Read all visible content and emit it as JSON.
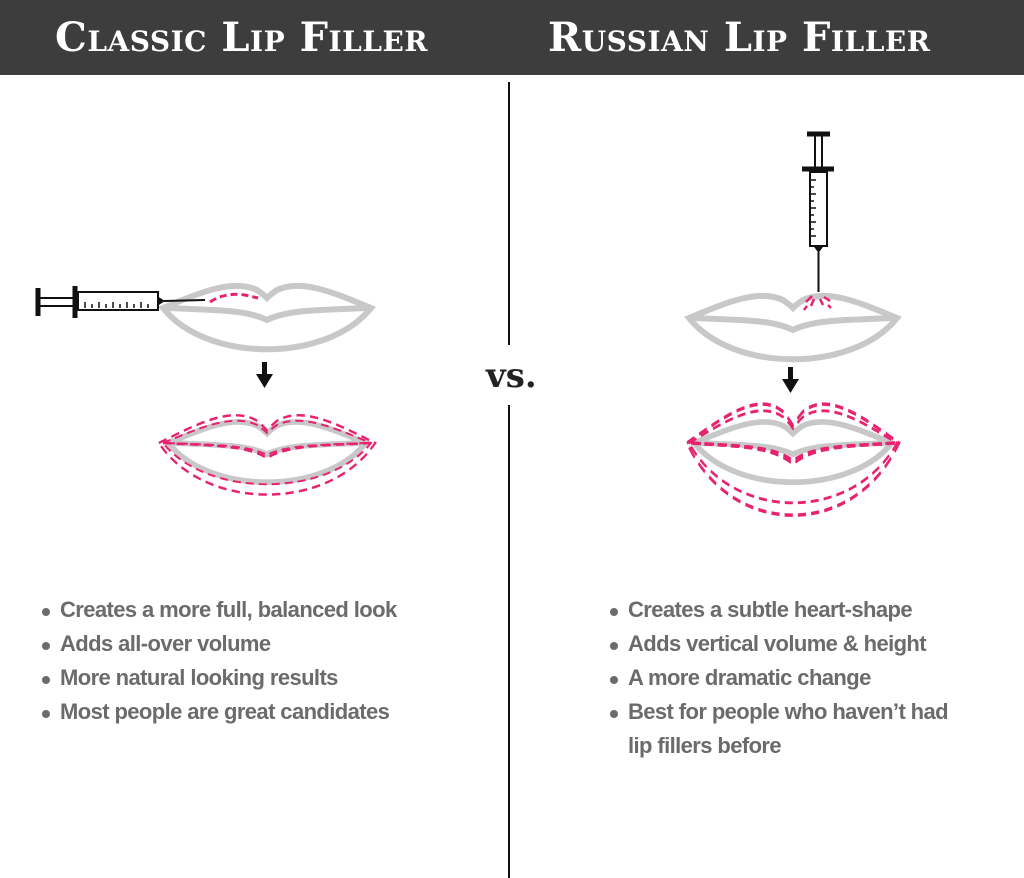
{
  "header": {
    "left_title": "Classic Lip Filler",
    "right_title": "Russian Lip Filler"
  },
  "vs_label": "vs.",
  "left": {
    "bullets": [
      "Creates a more full, balanced look",
      "Adds all-over volume",
      "More natural looking results",
      "Most people are great candidates"
    ]
  },
  "right": {
    "bullets": [
      "Creates a subtle heart-shape",
      "Adds vertical volume & height",
      "A more dramatic change",
      "Best for people who haven’t had lip fillers before"
    ]
  },
  "colors": {
    "header": "#3d3d3d",
    "lip": "#c8c8c8",
    "accent": "#e8226f",
    "text": "#6b6b6b"
  }
}
